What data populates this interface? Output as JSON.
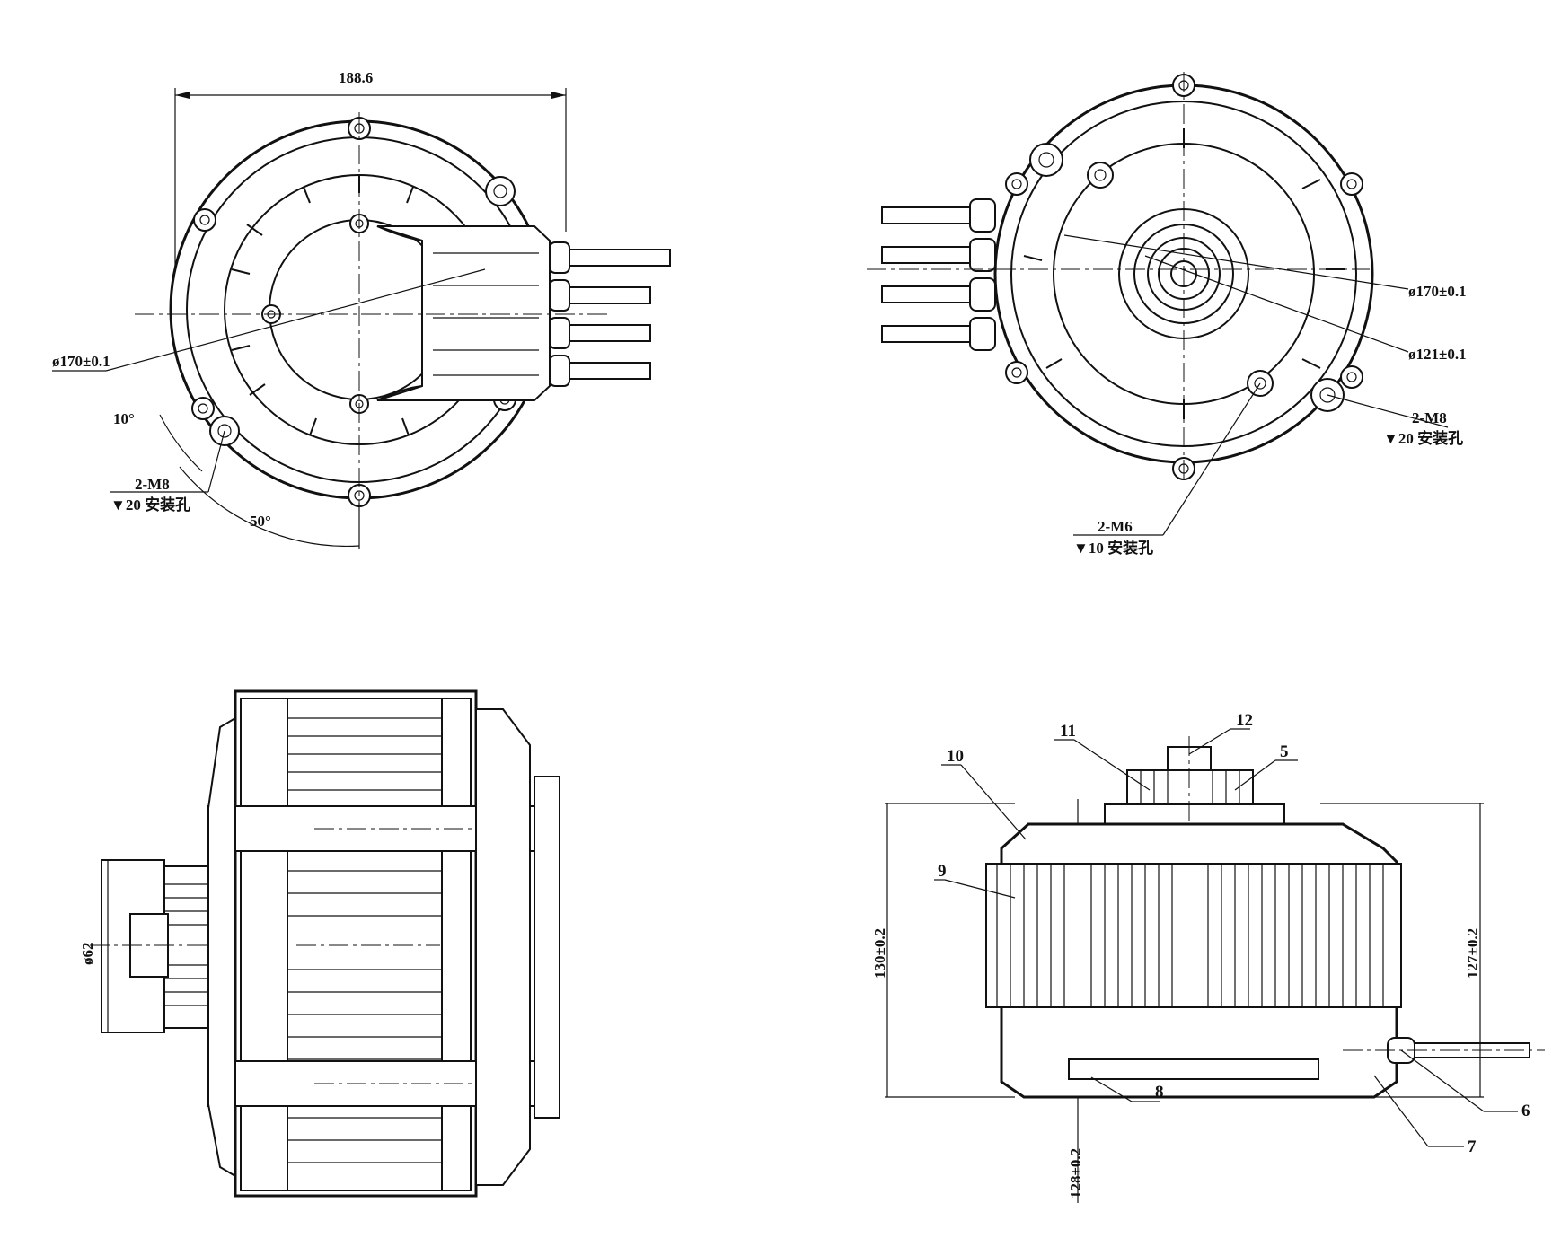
{
  "views": {
    "top_left": {
      "overall_width": "188.6",
      "diameter": "ø170±0.1",
      "angle_small": "10°",
      "angle_large": "50°",
      "hole_spec_line1": "2-M8",
      "hole_spec_line2": "▼20 安装孔"
    },
    "top_right": {
      "diameter_outer": "ø170±0.1",
      "diameter_inner": "ø121±0.1",
      "hole_m8_line1": "2-M8",
      "hole_m8_line2": "▼20 安装孔",
      "hole_m6_line1": "2-M6",
      "hole_m6_line2": "▼10 安装孔"
    },
    "bottom_left": {
      "pulley_diameter": "ø62"
    },
    "bottom_right": {
      "height_total": "130±0.2",
      "height_body": "127±0.2",
      "height_shaft": "128±0.2",
      "part_numbers": [
        "12",
        "11",
        "5",
        "10",
        "9",
        "8",
        "7",
        "6"
      ]
    }
  }
}
